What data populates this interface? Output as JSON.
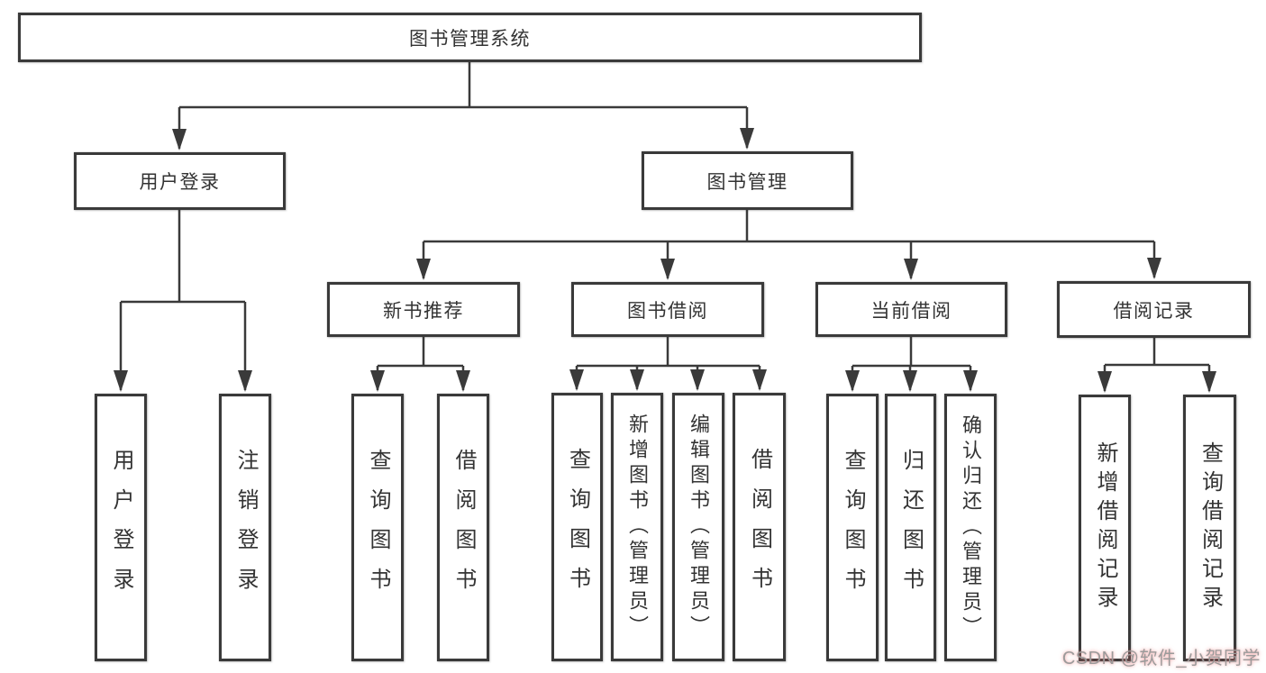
{
  "diagram": {
    "root": {
      "label": "图书管理系统",
      "children": [
        {
          "label": "用户登录",
          "children": [
            {
              "label": "用户登录"
            },
            {
              "label": "注销登录"
            }
          ]
        },
        {
          "label": "图书管理",
          "children": [
            {
              "label": "新书推荐",
              "children": [
                {
                  "label": "查询图书"
                },
                {
                  "label": "借阅图书"
                }
              ]
            },
            {
              "label": "图书借阅",
              "children": [
                {
                  "label": "查询图书"
                },
                {
                  "label": "新增图书（管理员）"
                },
                {
                  "label": "编辑图书（管理员）"
                },
                {
                  "label": "借阅图书"
                }
              ]
            },
            {
              "label": "当前借阅",
              "children": [
                {
                  "label": "查询图书"
                },
                {
                  "label": "归还图书"
                },
                {
                  "label": "确认归还（管理员）"
                }
              ]
            },
            {
              "label": "借阅记录",
              "children": [
                {
                  "label": "新增借阅记录"
                },
                {
                  "label": "查询借阅记录"
                }
              ]
            }
          ]
        }
      ]
    }
  },
  "watermark": {
    "text": "CSDN @软件_小贺同学"
  }
}
